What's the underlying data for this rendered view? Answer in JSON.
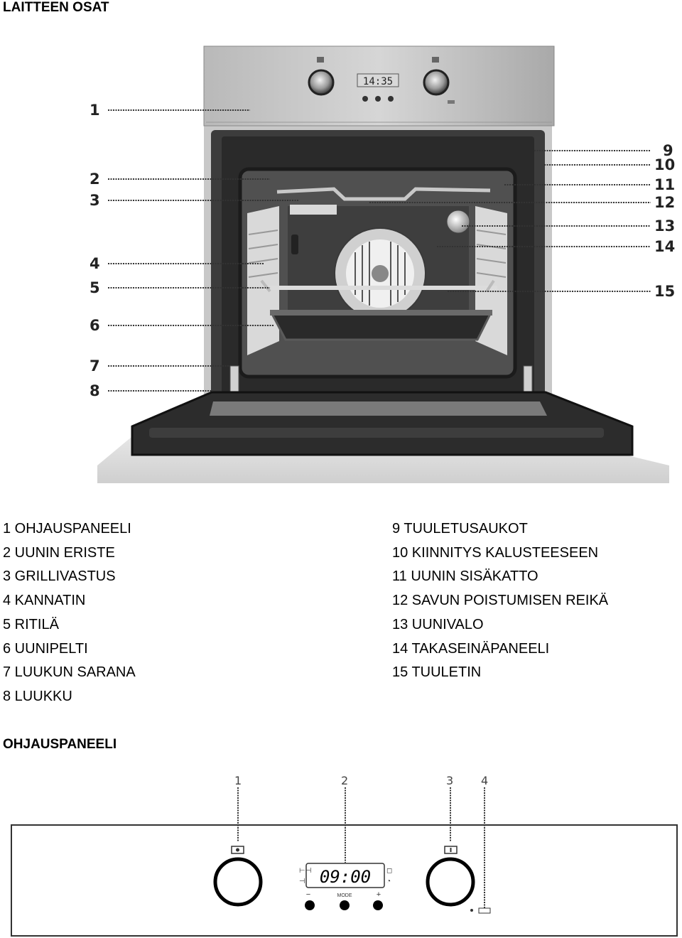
{
  "headings": {
    "parts": "LAITTEEN OSAT",
    "panel": "OHJAUSPANEELI"
  },
  "oven": {
    "display_time": "14:35",
    "callout_numbers": [
      "1",
      "2",
      "3",
      "4",
      "5",
      "6",
      "7",
      "8",
      "9",
      "10",
      "11",
      "12",
      "13",
      "14",
      "15"
    ]
  },
  "legend_left": [
    "1 OHJAUSPANEELI",
    "2 UUNIN ERISTE",
    "3 GRILLIVASTUS",
    "4 KANNATIN",
    "5 RITILÄ",
    "6 UUNIPELTI",
    "7 LUUKUN SARANA",
    "8 LUUKKU"
  ],
  "legend_right": [
    "9 TUULETUSAUKOT",
    "10 KIINNITYS KALUSTEESEEN",
    "11 UUNIN SISÄKATTO",
    "12 SAVUN POISTUMISEN REIKÄ",
    "13 UUNIVALO",
    "14 TAKASEINÄPANEELI",
    "15 TUULETIN"
  ],
  "control_panel": {
    "callout_numbers": [
      "1",
      "2",
      "3",
      "4"
    ],
    "display_time": "09:00",
    "mode_label": "MODE",
    "minus_label": "−",
    "plus_label": "+"
  },
  "icons": [
    "function-knob-icon",
    "temperature-knob-icon",
    "clock-display-icon",
    "touch-button-icon",
    "power-indicator-icon"
  ]
}
